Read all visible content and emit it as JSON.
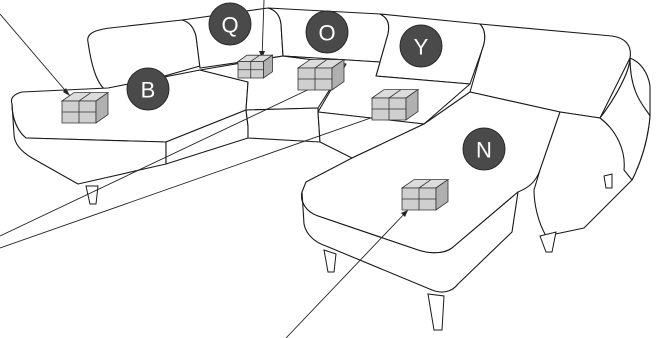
{
  "callouts": [
    {
      "id": "Q",
      "label": "Q"
    },
    {
      "id": "O",
      "label": "O"
    },
    {
      "id": "Y",
      "label": "Y"
    },
    {
      "id": "B",
      "label": "B"
    },
    {
      "id": "N",
      "label": "N"
    }
  ],
  "colors": {
    "callout_fill": "#4a4a4a",
    "callout_text": "#ffffff",
    "box_top": "#dcdcdc",
    "box_front": "#cfcfcf",
    "box_side": "#b0b0b0"
  }
}
